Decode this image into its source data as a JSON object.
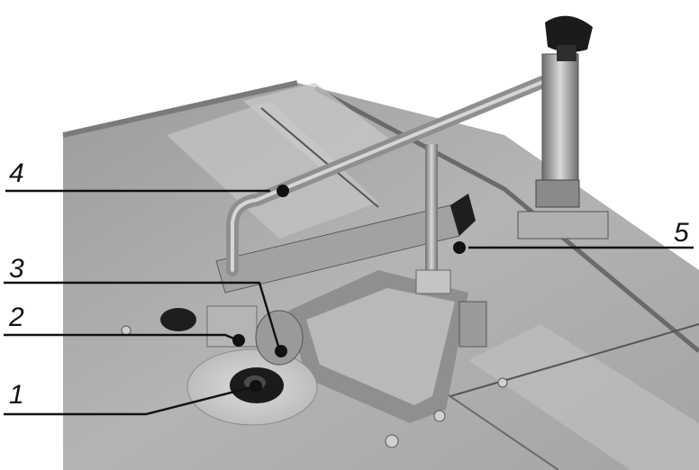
{
  "callouts": {
    "c1": "1",
    "c2": "2",
    "c3": "3",
    "c4": "4",
    "c5": "5"
  },
  "colors": {
    "table": "#a9a9a9",
    "table_light": "#c8c8c8",
    "metal": "#8e8e8e",
    "dark": "#1b1b1b",
    "line": "#111111"
  }
}
